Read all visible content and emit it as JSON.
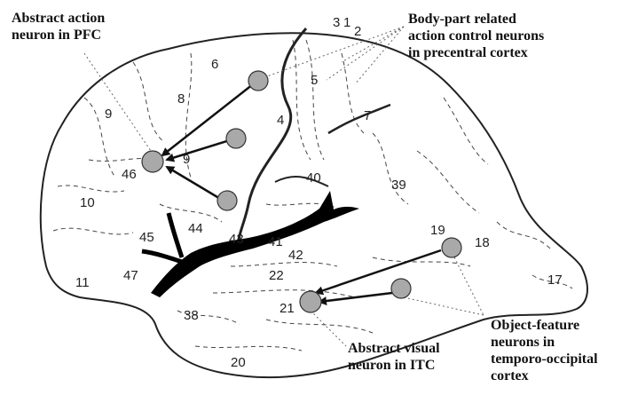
{
  "labels": {
    "pfc": [
      "Abstract action",
      "neuron in PFC"
    ],
    "precentral": [
      "Body-part related",
      "action control neurons",
      "in precentral cortex"
    ],
    "itc": [
      "Abstract visual",
      "neuron in ITC"
    ],
    "temporo": [
      "Object-feature",
      "neurons in",
      "temporo-occipital",
      "cortex"
    ]
  },
  "areas": {
    "a3": "3",
    "a1": "1",
    "a2": "2",
    "a6": "6",
    "a5": "5",
    "a8": "8",
    "a9_top": "9",
    "a4": "4",
    "a9_mid": "9",
    "a46": "46",
    "a7": "7",
    "a40": "40",
    "a39": "39",
    "a10": "10",
    "a44": "44",
    "a45": "45",
    "a43": "43",
    "a41": "41",
    "a42": "42",
    "a19": "19",
    "a18": "18",
    "a22": "22",
    "a11": "11",
    "a47": "47",
    "a17": "17",
    "a21": "21",
    "a38": "38",
    "a20": "20"
  },
  "colors": {
    "neuron_fill": "#a9a9a9",
    "outline": "#222222",
    "sulcus": "#000000"
  }
}
